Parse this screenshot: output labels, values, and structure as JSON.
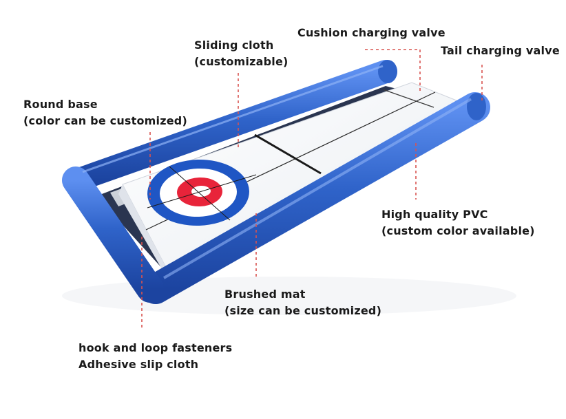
{
  "labels": {
    "sliding_cloth": {
      "line1": "Sliding cloth",
      "line2": "(customizable)"
    },
    "cushion_valve": {
      "line1": "Cushion charging valve"
    },
    "tail_valve": {
      "line1": "Tail charging valve"
    },
    "round_base": {
      "line1": "Round base",
      "line2": "(color can be customized)"
    },
    "pvc": {
      "line1": "High quality PVC",
      "line2": "(custom color available)"
    },
    "brushed_mat": {
      "line1": "Brushed mat",
      "line2": "(size can be customized)"
    },
    "fasteners": {
      "line1": "hook and loop fasteners",
      "line2": "Adhesive slip cloth"
    }
  },
  "colors": {
    "tube_blue": "#2f63c9",
    "target_blue": "#1f56c4",
    "target_red": "#e8243a",
    "leader_line": "#d9534f",
    "label_text": "#1a1a1a"
  }
}
